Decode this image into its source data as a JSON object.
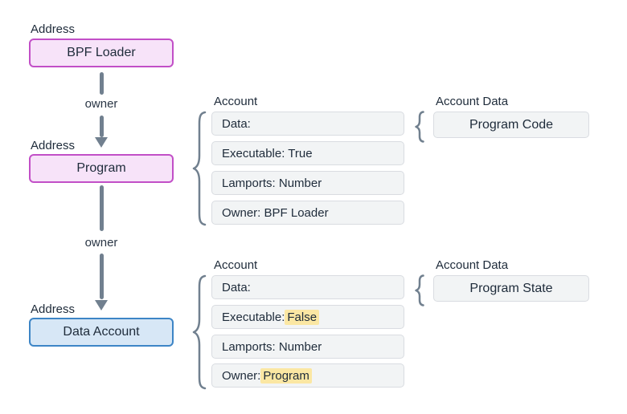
{
  "labels": {
    "address": "Address",
    "owner": "owner"
  },
  "nodes": {
    "bpf_loader": "BPF Loader",
    "program": "Program",
    "data_account": "Data Account"
  },
  "account_top": {
    "title": "Account",
    "rows": [
      "Data:",
      "Executable: True",
      "Lamports: Number",
      "Owner: BPF Loader"
    ]
  },
  "account_data_top": {
    "title": "Account Data",
    "value": "Program Code"
  },
  "account_bottom": {
    "title": "Account",
    "rows": [
      "Data:",
      {
        "label": "Executable:",
        "highlight": "False"
      },
      "Lamports: Number",
      {
        "label": "Owner:",
        "highlight": "Program"
      }
    ]
  },
  "account_data_bottom": {
    "title": "Account Data",
    "value": "Program State"
  },
  "colors": {
    "magenta_border": "#c24fc7",
    "pink_fill": "#f7e3f9",
    "blue_border": "#3d85c6",
    "blue_fill": "#d7e7f6",
    "row_fill": "#f2f4f5",
    "row_border": "#d9dce1",
    "connector_gray": "#71808f",
    "highlight_yellow": "#fbe7a3",
    "text_dark": "#1e2b3a"
  }
}
